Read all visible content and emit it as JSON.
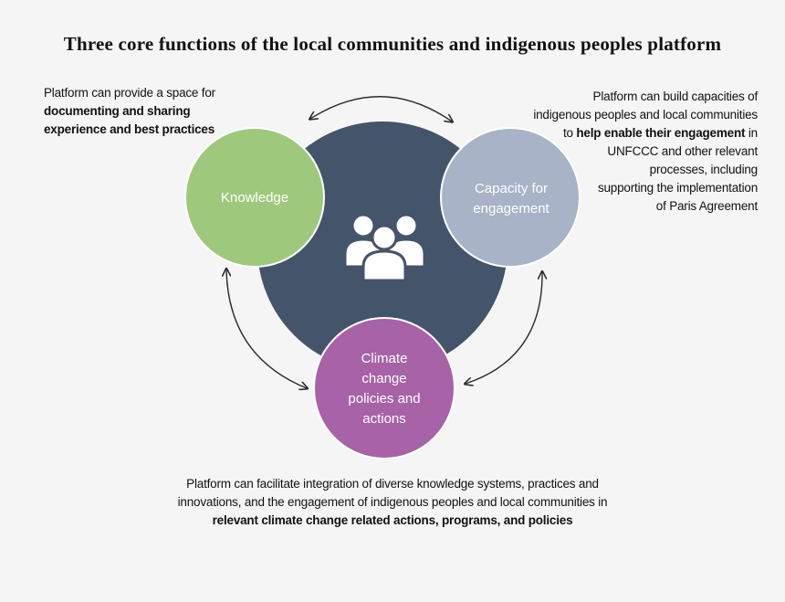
{
  "title": "Three core functions of the local communities and indigenous peoples platform",
  "nodes": {
    "knowledge": {
      "label": "Knowledge",
      "color": "#9ec97d"
    },
    "capacity": {
      "label_line1": "Capacity for",
      "label_line2": "engagement",
      "color": "#a8b3c8"
    },
    "climate": {
      "label_line1": "Climate",
      "label_line2": "change",
      "label_line3": "policies and",
      "label_line4": "actions",
      "color": "#a762a8"
    },
    "center": {
      "icon": "people-group-icon",
      "color": "#44546a"
    }
  },
  "notes": {
    "left": {
      "line1": "Platform  can provide a space for",
      "bold1": "documenting and sharing",
      "bold2": "experience and best practices"
    },
    "right": {
      "line1": "Platform  can build capacities of",
      "line2": "indigenous peoples and local communities",
      "line3_pre": "to ",
      "line3_bold": "help enable their engagement",
      "line3_post": " in",
      "line4": "UNFCCC and other relevant",
      "line5": "processes, including",
      "line6": "supporting the implementation",
      "line7": "of Paris Agreement"
    },
    "bottom": {
      "line1": "Platform  can facilitate  integration of diverse knowledge systems, practices and",
      "line2": "innovations, and the engagement of indigenous peoples and local communities in",
      "bold": "relevant climate change related actions, programs, and policies"
    }
  }
}
